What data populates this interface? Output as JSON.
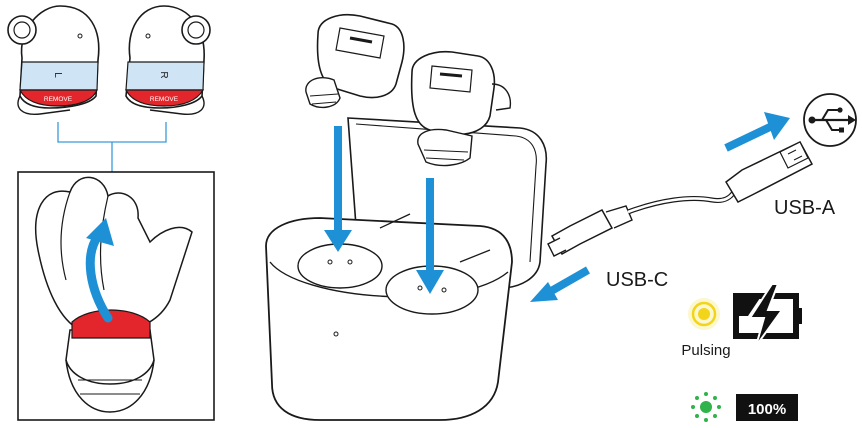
{
  "earbuds_top": {
    "left_tag": "L",
    "right_tag": "R",
    "remove_label_left": "REMOVE",
    "remove_label_right": "REMOVE"
  },
  "cable": {
    "usb_a_label": "USB-A",
    "usb_c_label": "USB-C"
  },
  "status": {
    "pulsing_label": "Pulsing",
    "battery_full_label": "100%"
  },
  "colors": {
    "line": "#1a1a1a",
    "arrow_blue": "#1e90d6",
    "bracket_blue": "#3a9ad9",
    "remove_red": "#e3262b",
    "earbud_band_blue": "#cfe4f4",
    "led_yellow": "#f2d51a",
    "led_green": "#2fb34a",
    "battery_fill": "#111111"
  },
  "icons": [
    "usb-icon",
    "charging-battery-icon",
    "led-pulsing-yellow-icon",
    "led-green-icon",
    "battery-full-icon"
  ]
}
